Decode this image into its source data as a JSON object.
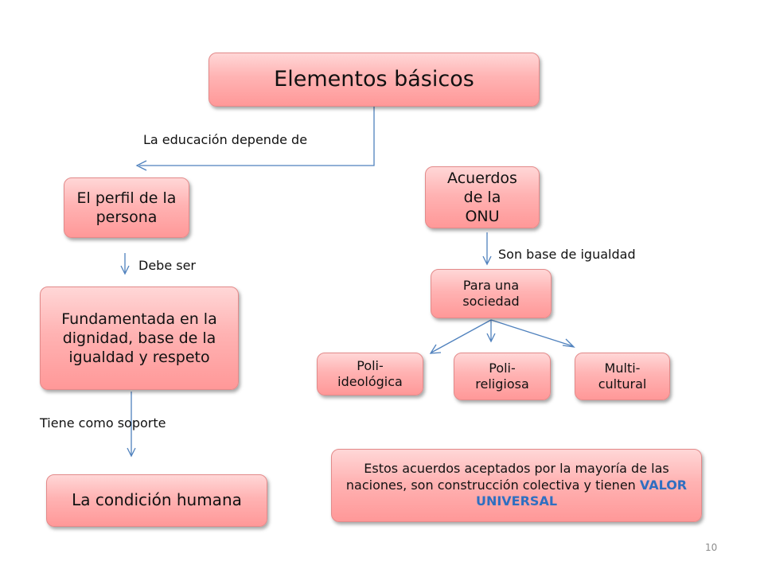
{
  "colors": {
    "accent_text": "#2f6fc1",
    "connector": "#4f81bd",
    "box_fill": "#ffb3b3"
  },
  "diagram": {
    "root": "Elementos básicos",
    "perfil": "El perfil de la persona",
    "fundamentada": "Fundamentada en la dignidad, base de la igualdad y respeto",
    "condicion": "La condición humana",
    "onu": "Acuerdos de la ONU",
    "sociedad": "Para una sociedad",
    "ideologica": "Poli-ideológica",
    "religiosa": "Poli-religiosa",
    "multicultural": "Multi-cultural",
    "acuerdos_text": "Estos acuerdos aceptados por la mayoría de las naciones, son construcción colectiva y tienen",
    "acuerdos_highlight": "VALOR UNIVERSAL"
  },
  "labels": {
    "educacion": "La educación depende de",
    "debe_ser": "Debe ser",
    "tiene_soporte": "Tiene como soporte",
    "base_igualdad": "Son base de igualdad"
  },
  "page_number": "10"
}
